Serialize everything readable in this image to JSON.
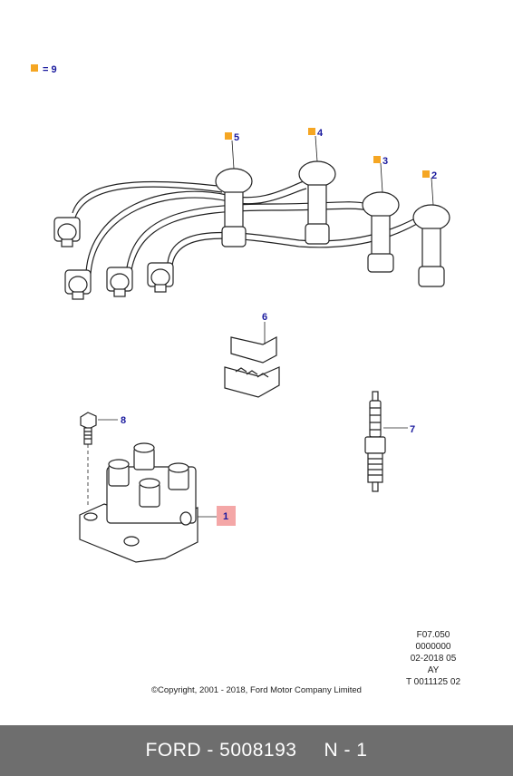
{
  "legend": {
    "marker_color": "#f5a623",
    "text": "= 9"
  },
  "callouts": [
    "5",
    "4",
    "3",
    "2",
    "6",
    "7",
    "8",
    "1"
  ],
  "highlight_color": "#f4a7a7",
  "ref_lines": [
    "F07.050",
    "0000000",
    "02-2018 05",
    "AY",
    "T 0011125 02"
  ],
  "copyright": "©Copyright, 2001 - 2018, Ford Motor Company Limited",
  "footer": {
    "part": "FORD - 5008193",
    "sheet": "N - 1"
  }
}
